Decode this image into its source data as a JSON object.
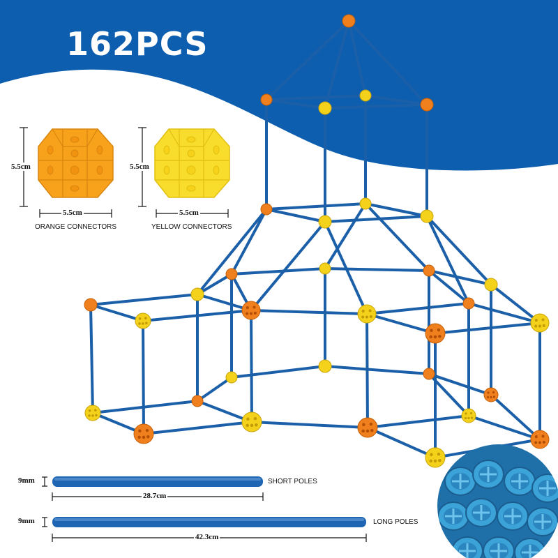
{
  "title": "162PCS",
  "connectors": {
    "orange": {
      "label": "ORANGE CONNECTORS",
      "height": "5.5cm",
      "width": "5.5cm",
      "color": "#f7a21a"
    },
    "yellow": {
      "label": "YELLOW CONNECTORS",
      "height": "5.5cm",
      "width": "5.5cm",
      "color": "#f9dd2c"
    }
  },
  "poles": {
    "short": {
      "label": "SHORT POLES",
      "thickness": "9mm",
      "length": "28.7cm"
    },
    "long": {
      "label": "LONG POLES",
      "thickness": "9mm",
      "length": "42.3cm"
    }
  },
  "colors": {
    "banner": "#0d5eaf",
    "pole": "#1a5fa8",
    "orange_ball": "#f07f1e",
    "yellow_ball": "#f4d21c",
    "tube": "#3ba3d8"
  }
}
